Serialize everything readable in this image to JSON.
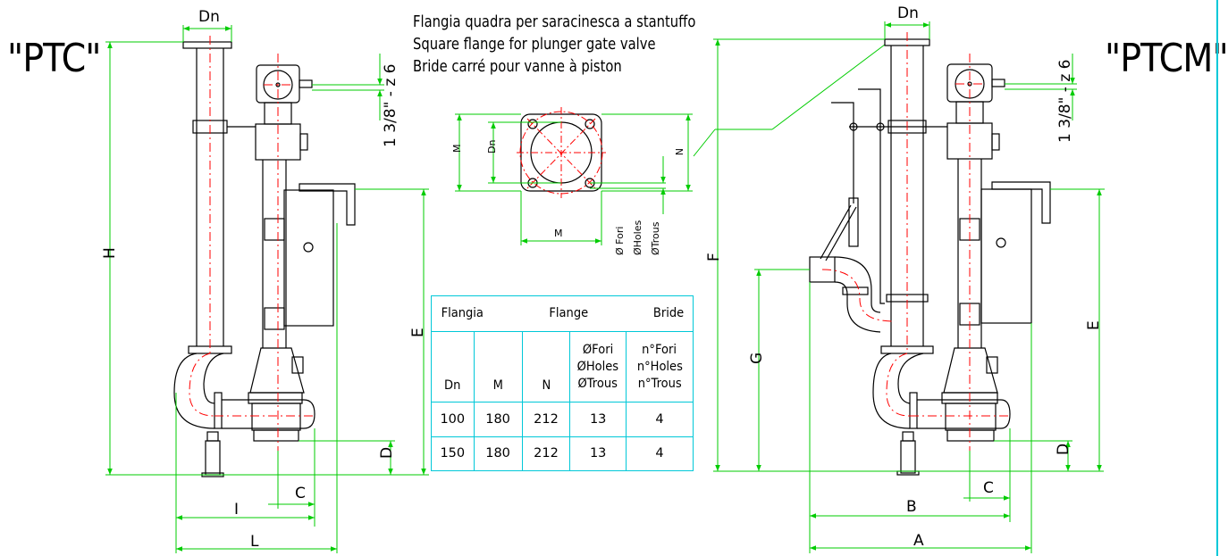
{
  "titles": {
    "left_model": "\"PTC\"",
    "right_model": "\"PTCM\""
  },
  "note": {
    "it": "Flangia  quadra per saracinesca a stantuffo",
    "en": "Square flange for plunger gate valve",
    "fr": "Bride carré pour vanne à piston"
  },
  "dimension_labels": {
    "dn": "Dn",
    "h": "H",
    "e": "E",
    "d": "D",
    "c": "C",
    "i": "I",
    "l": "L",
    "f": "F",
    "g": "G",
    "a": "A",
    "b": "B",
    "m": "M",
    "n": "N",
    "thread": "1 3/8\" - z 6"
  },
  "detail_labels": {
    "fori": "Ø Fori",
    "holes": "ØHoles",
    "trous": "ØTrous"
  },
  "table": {
    "headers": {
      "flangia": "Flangia",
      "flange": "Flange",
      "bride": "Bride"
    },
    "columns": {
      "dn": "Dn",
      "m": "M",
      "n": "N",
      "diam_fori": "ØFori",
      "diam_holes": "ØHoles",
      "diam_trous": "ØTrous",
      "n_fori": "n°Fori",
      "n_holes": "n°Holes",
      "n_trous": "n°Trous"
    },
    "rows": [
      [
        "100",
        "180",
        "212",
        "13",
        "4"
      ],
      [
        "150",
        "180",
        "212",
        "13",
        "4"
      ]
    ]
  },
  "colors": {
    "outline": "#000000",
    "dimension": "#00cc00",
    "centerline": "#ff0000",
    "table_border": "#00c8d8"
  }
}
